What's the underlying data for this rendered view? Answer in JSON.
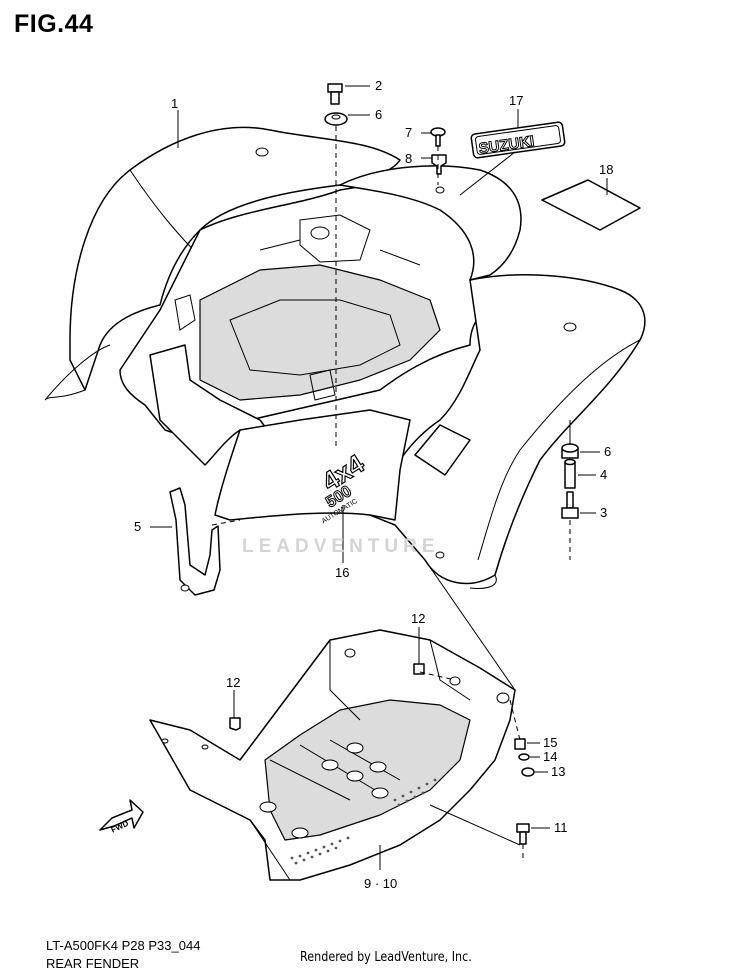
{
  "figure": {
    "title": "FIG.44",
    "model_code": "LT-A500FK4 P28 P33_044",
    "name": "REAR FENDER",
    "rendered_by": "Rendered by LeadVenture, Inc.",
    "watermark": "LEADVENTURE"
  },
  "callouts": [
    {
      "id": "1",
      "part": "rear-fender"
    },
    {
      "id": "2",
      "part": "bolt"
    },
    {
      "id": "6",
      "part": "cushion"
    },
    {
      "id": "7",
      "part": "screw"
    },
    {
      "id": "8",
      "part": "nut"
    },
    {
      "id": "17",
      "part": "emblem"
    },
    {
      "id": "18",
      "part": "label"
    },
    {
      "id": "6",
      "part": "cushion"
    },
    {
      "id": "4",
      "part": "spacer"
    },
    {
      "id": "3",
      "part": "bolt"
    },
    {
      "id": "5",
      "part": "bracket"
    },
    {
      "id": "16",
      "part": "emblem-4x4"
    },
    {
      "id": "12",
      "part": "nut"
    },
    {
      "id": "12",
      "part": "nut"
    },
    {
      "id": "15",
      "part": "bolt"
    },
    {
      "id": "14",
      "part": "washer"
    },
    {
      "id": "13",
      "part": "cushion"
    },
    {
      "id": "11",
      "part": "bolt"
    },
    {
      "id": "9 · 10",
      "part": "footrest"
    }
  ],
  "decals": {
    "suzuki": "SUZUKI",
    "model_badge_1": "4x4",
    "model_badge_2": "500",
    "model_badge_3": "AUTOMATIC",
    "fwd": "FWD"
  },
  "colors": {
    "line": "#000000",
    "watermark": "#d4d4d4",
    "background": "#ffffff"
  }
}
